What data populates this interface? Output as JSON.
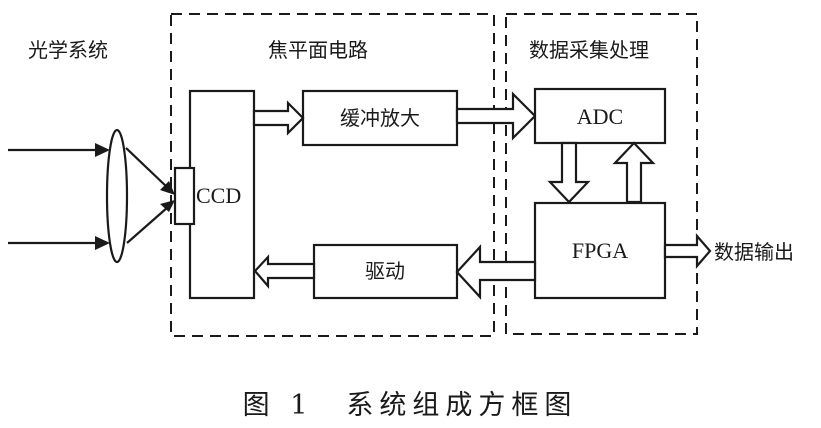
{
  "figure": {
    "caption": "图 1　系统组成方框图"
  },
  "sections": {
    "optical": {
      "label": "光学系统"
    },
    "focal_plane": {
      "label": "焦平面电路"
    },
    "data_acq": {
      "label": "数据采集处理"
    }
  },
  "blocks": {
    "ccd": {
      "label": "CCD"
    },
    "buffer": {
      "label": "缓冲放大"
    },
    "driver": {
      "label": "驱动"
    },
    "adc": {
      "label": "ADC"
    },
    "fpga": {
      "label": "FPGA"
    }
  },
  "output": {
    "label": "数据输出"
  },
  "colors": {
    "ink": "#1a1a1a",
    "paper": "#ffffff"
  }
}
